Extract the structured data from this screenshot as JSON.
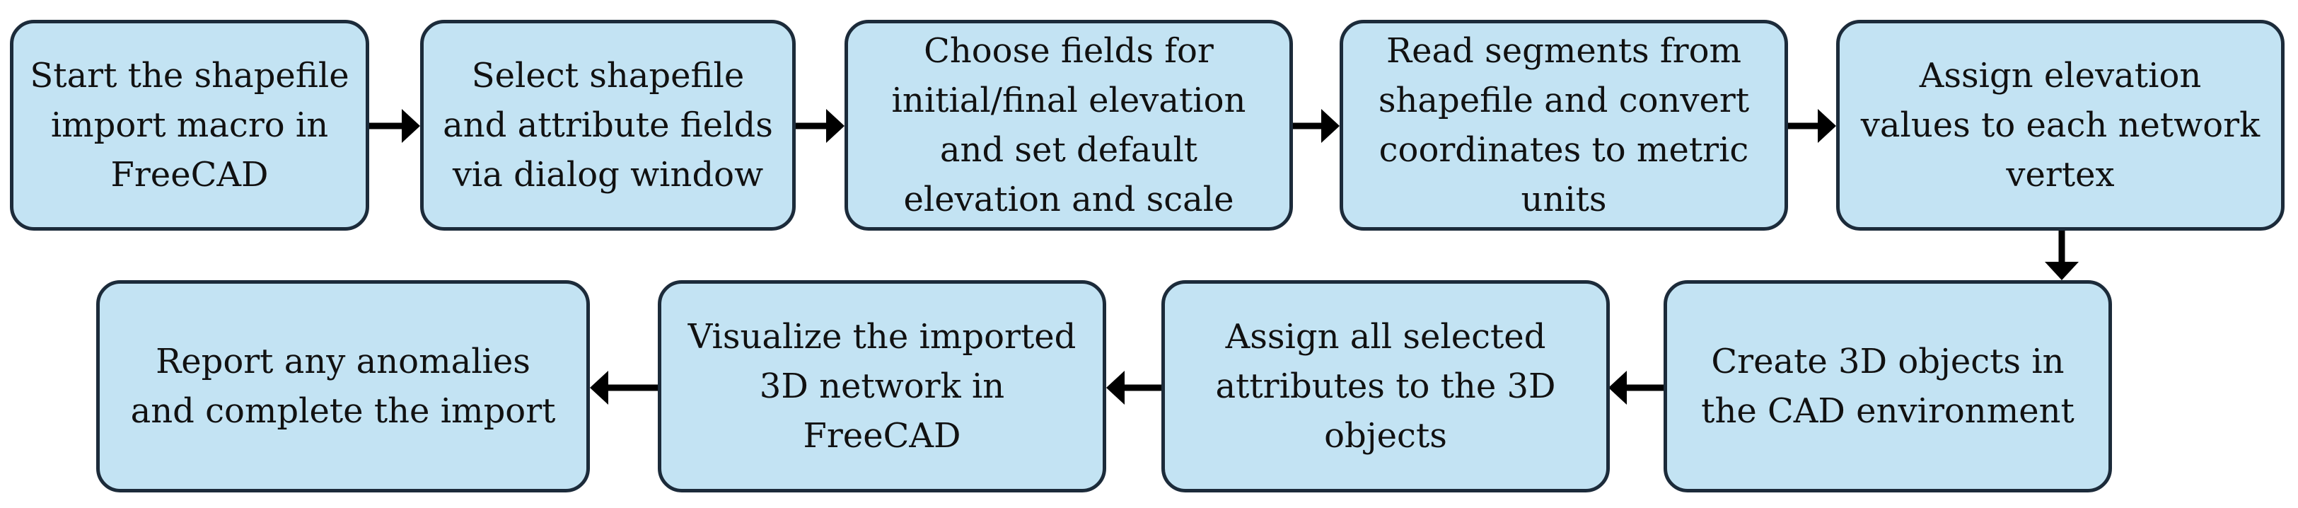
{
  "diagram": {
    "type": "flowchart",
    "colors": {
      "box_fill": "#c3e3f3",
      "box_border": "#1c2b3a",
      "arrow": "#000000",
      "text": "#111111"
    },
    "steps": [
      {
        "id": "step-1",
        "label": "Start the shapefile\nimport macro in\nFreeCAD"
      },
      {
        "id": "step-2",
        "label": "Select shapefile\nand attribute fields\nvia dialog window"
      },
      {
        "id": "step-3",
        "label": "Choose fields for\ninitial/final elevation\nand set default\nelevation and scale"
      },
      {
        "id": "step-4",
        "label": "Read segments from\nshapefile and convert\ncoordinates to metric\nunits"
      },
      {
        "id": "step-5",
        "label": "Assign elevation\nvalues to each network\nvertex"
      },
      {
        "id": "step-6",
        "label": "Create 3D objects in\nthe CAD environment"
      },
      {
        "id": "step-7",
        "label": "Assign all selected\nattributes to the 3D\nobjects"
      },
      {
        "id": "step-8",
        "label": "Visualize the imported\n3D network in\nFreeCAD"
      },
      {
        "id": "step-9",
        "label": "Report any anomalies\nand complete the import"
      }
    ],
    "connections": [
      [
        "step-1",
        "step-2"
      ],
      [
        "step-2",
        "step-3"
      ],
      [
        "step-3",
        "step-4"
      ],
      [
        "step-4",
        "step-5"
      ],
      [
        "step-5",
        "step-6"
      ],
      [
        "step-6",
        "step-7"
      ],
      [
        "step-7",
        "step-8"
      ],
      [
        "step-8",
        "step-9"
      ]
    ]
  }
}
